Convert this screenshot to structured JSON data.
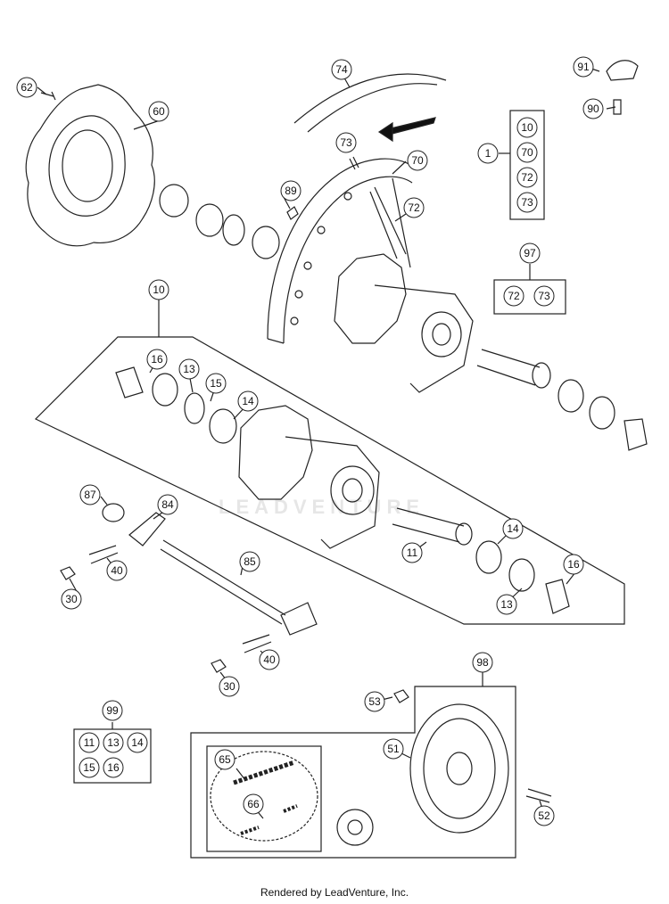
{
  "footer": "Rendered by LeadVenture, Inc.",
  "watermark": "LEADVENTURE",
  "callouts": [
    "62",
    "60",
    "74",
    "73",
    "70",
    "91",
    "90",
    "1",
    "10",
    "70",
    "72",
    "73",
    "89",
    "72",
    "97",
    "72",
    "73",
    "10",
    "16",
    "13",
    "15",
    "14",
    "87",
    "84",
    "40",
    "30",
    "85",
    "11",
    "14",
    "16",
    "13",
    "40",
    "30",
    "98",
    "53",
    "51",
    "52",
    "99",
    "11",
    "13",
    "14",
    "15",
    "16",
    "65",
    "66"
  ]
}
